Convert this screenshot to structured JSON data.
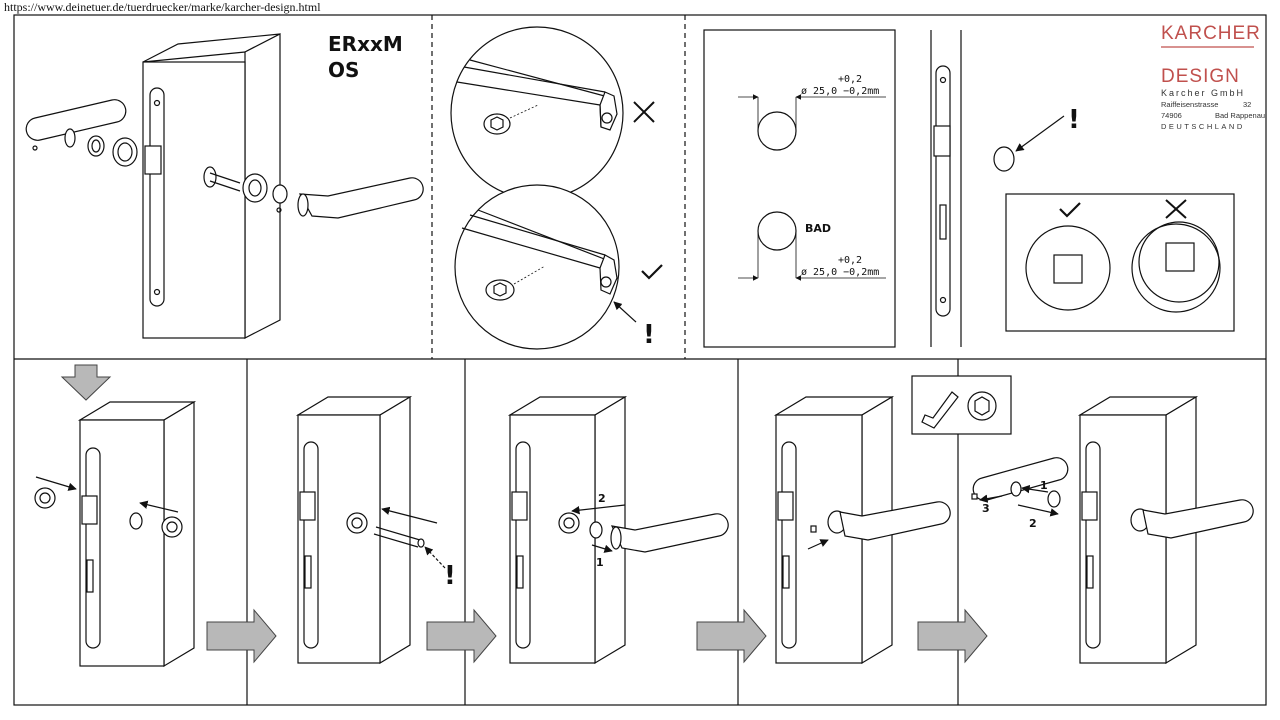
{
  "url": "https://www.deinetuer.de/tuerdruecker/marke/karcher-design.html",
  "title": {
    "line1": "ERxxM",
    "line2": "OS"
  },
  "dimension": {
    "upper_tol": "+0,2",
    "main_value": "ø 25,0 −0,2mm",
    "bad_label": "BAD"
  },
  "brand": {
    "name_top": "KARCHER",
    "name_bottom": "DESIGN",
    "company": "Karcher GmbH",
    "street": "Raiffeisenstrasse",
    "street_no": "32",
    "zip": "74906",
    "city": "Bad Rappenau",
    "country": "DEUTSCHLAND",
    "color": "#c0504d"
  },
  "markers": {
    "exclamation": "!",
    "check": "check-icon",
    "cross": "cross-icon"
  },
  "step_numbers": {
    "s3_a": "2",
    "s3_b": "1",
    "s5_a": "1",
    "s5_b": "2",
    "s5_c": "3"
  }
}
